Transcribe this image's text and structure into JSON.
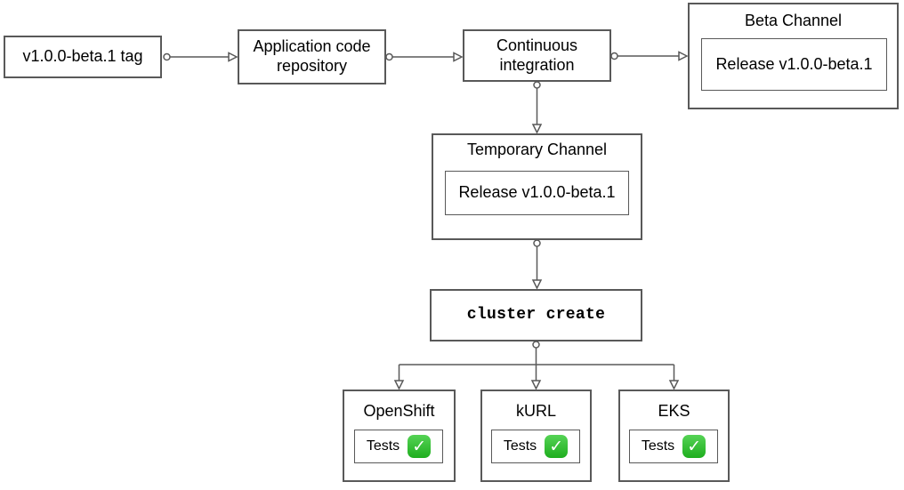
{
  "diagram": {
    "nodes": {
      "tag": {
        "label": "v1.0.0-beta.1 tag"
      },
      "repo": {
        "label": "Application code repository"
      },
      "ci": {
        "label": "Continuous integration"
      },
      "beta_channel": {
        "label": "Beta Channel",
        "release_label": "Release v1.0.0-beta.1"
      },
      "temp_channel": {
        "label": "Temporary Channel",
        "release_label": "Release v1.0.0-beta.1"
      },
      "cluster_create": {
        "label": "cluster create"
      },
      "openshift": {
        "label": "OpenShift",
        "tests_label": "Tests",
        "check_icon": "✓"
      },
      "kurl": {
        "label": "kURL",
        "tests_label": "Tests",
        "check_icon": "✓"
      },
      "eks": {
        "label": "EKS",
        "tests_label": "Tests",
        "check_icon": "✓"
      }
    },
    "edges": [
      {
        "from": "tag",
        "to": "repo"
      },
      {
        "from": "repo",
        "to": "ci"
      },
      {
        "from": "ci",
        "to": "beta_channel"
      },
      {
        "from": "ci",
        "to": "temp_channel"
      },
      {
        "from": "temp_channel",
        "to": "cluster_create"
      },
      {
        "from": "cluster_create",
        "to": "openshift"
      },
      {
        "from": "cluster_create",
        "to": "kurl"
      },
      {
        "from": "cluster_create",
        "to": "eks"
      }
    ],
    "colors": {
      "stroke": "#595959",
      "text": "#000000",
      "background": "#ffffff",
      "check_green": "#2db52d",
      "check_mark": "#ffffff"
    }
  }
}
